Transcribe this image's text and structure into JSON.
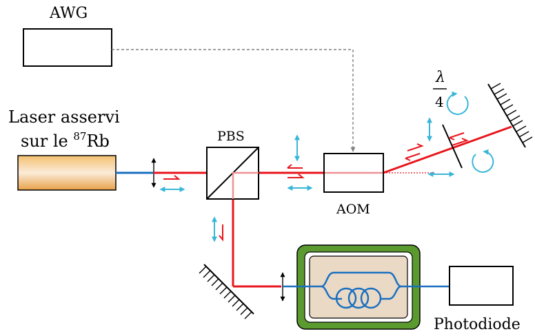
{
  "labels": {
    "awg": "AWG",
    "laser_line1": "Laser asservi",
    "laser_line2_prefix": "sur le ",
    "laser_isotope": "87",
    "laser_element": "Rb",
    "pbs": "PBS",
    "aom": "AOM",
    "photodiode": "Photodiode",
    "lambda": "λ",
    "four": "4"
  },
  "colors": {
    "beam": "#e8141b",
    "fiber": "#1a6fc0",
    "polarization_arrow": "#38b6d8",
    "rf_link": "#7f7f7f",
    "enclosure_outer": "#5a9a2f",
    "enclosure_inner": "#ead9c5"
  }
}
